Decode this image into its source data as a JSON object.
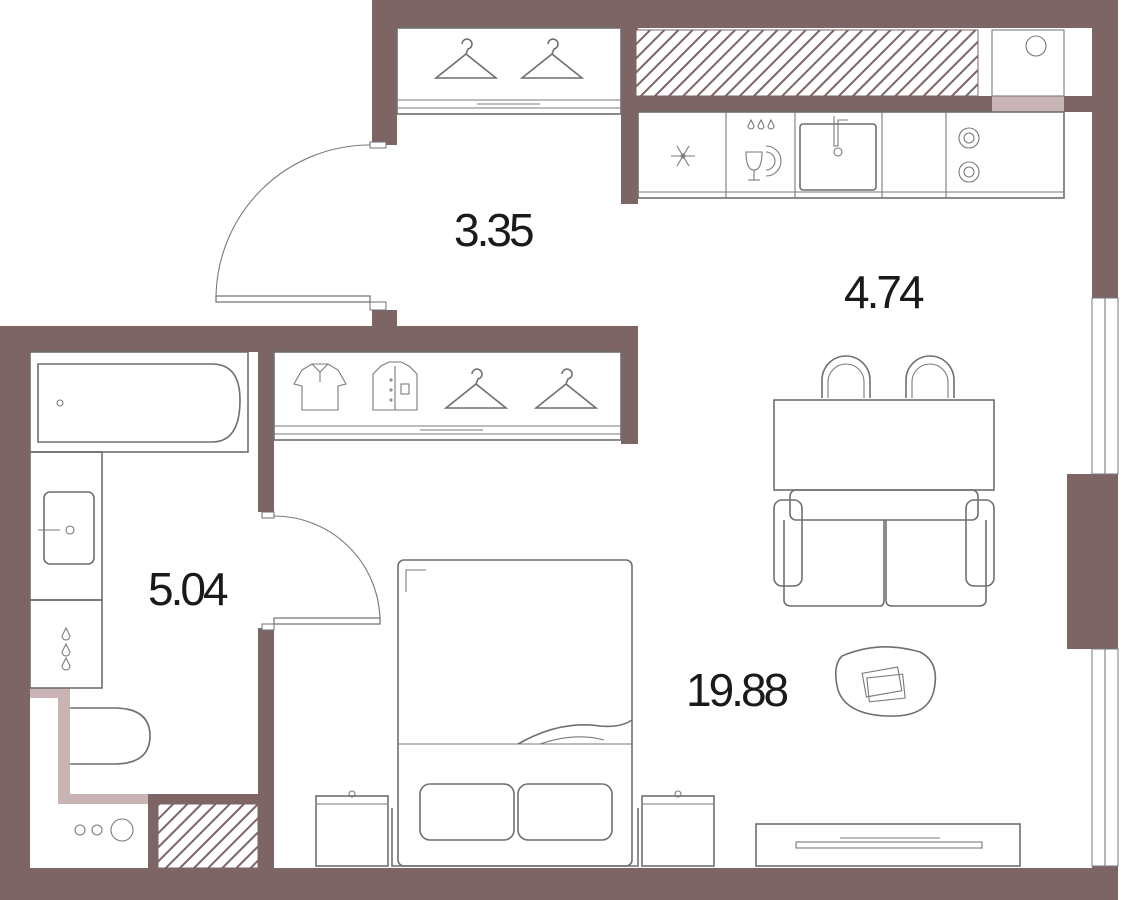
{
  "plan": {
    "wall_color": "#7d6465",
    "accent_wall_color": "#c9b4b5",
    "line_color": "#6f6f6f"
  },
  "rooms": [
    {
      "id": "hallway",
      "area": "3.35"
    },
    {
      "id": "kitchen",
      "area": "4.74"
    },
    {
      "id": "bathroom",
      "area": "5.04"
    },
    {
      "id": "living-room",
      "area": "19.88"
    }
  ]
}
